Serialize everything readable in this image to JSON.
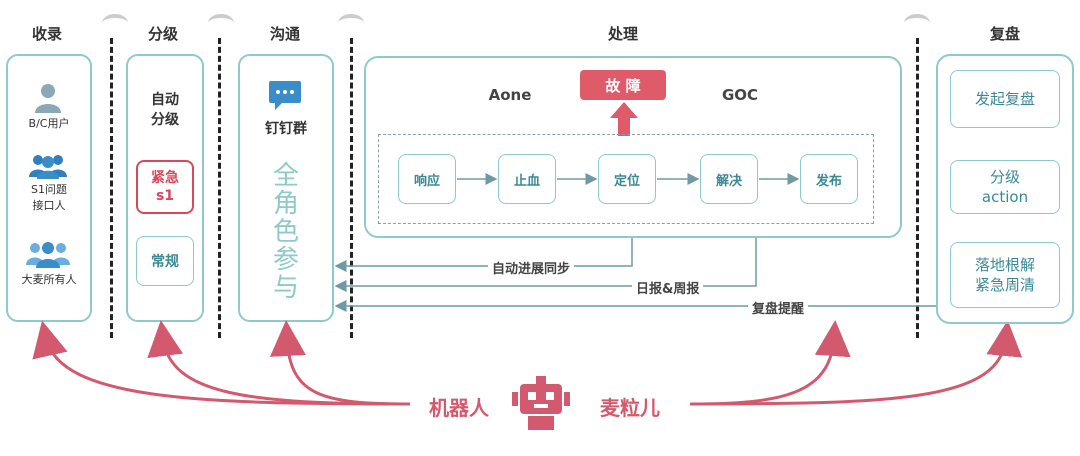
{
  "headers": {
    "collect": "收录",
    "grade": "分级",
    "communicate": "沟通",
    "handle": "处理",
    "review": "复盘"
  },
  "collect": {
    "users": [
      {
        "icon": "single-user-icon",
        "label": "B/C用户"
      },
      {
        "icon": "user-group-icon",
        "label": "S1问题\n接口人"
      },
      {
        "icon": "user-crowd-icon",
        "label": "大麦所有人"
      }
    ]
  },
  "grade": {
    "auto_label": "自动\n分级",
    "urgent_label": "紧急\ns1",
    "normal_label": "常规"
  },
  "communicate": {
    "app_label": "钉钉群",
    "all_roles": "全角色参与"
  },
  "handle": {
    "left_system": "Aone",
    "right_system": "GOC",
    "fault_label": "故 障",
    "steps": [
      "响应",
      "止血",
      "定位",
      "解决",
      "发布"
    ]
  },
  "flows": {
    "auto_sync": "自动进展同步",
    "daily_weekly": "日报&周报",
    "review_reminder": "复盘提醒"
  },
  "review": {
    "start": "发起复盘",
    "grade_action": "分级\naction",
    "landing": "落地根解\n紧急周清"
  },
  "robot": {
    "left_label": "机器人",
    "right_label": "麦粒儿"
  },
  "colors": {
    "teal_border": "#8ec9cc",
    "teal_text": "#3a8a96",
    "urgent_red": "#d9475a",
    "fault_red": "#e05b6a",
    "robot_pink": "#d35a6e",
    "icon_blue": "#3a8dc9"
  }
}
